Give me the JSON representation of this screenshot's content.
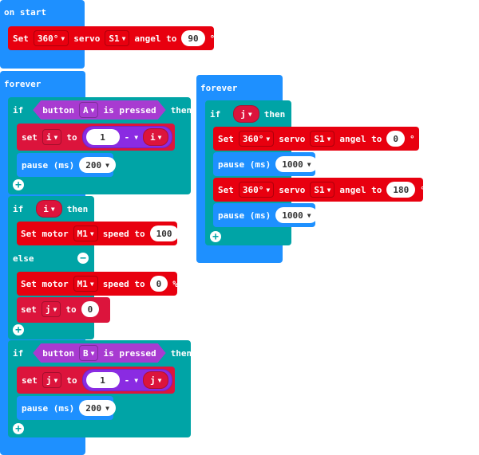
{
  "colors": {
    "event": "#1e90ff",
    "control": "#00a4a6",
    "servo": "#e8000f",
    "variable": "#dc143c",
    "logic": "#a83bd1",
    "math": "#8a2be2",
    "pause": "#1e90ff"
  },
  "on_start": {
    "header": "on start",
    "servo": {
      "set": "Set",
      "angle_type": "360°",
      "servo_label": "servo",
      "servo": "S1",
      "angel_label": "angel to",
      "value": "90",
      "unit": "°"
    }
  },
  "forever1": {
    "header": "forever",
    "if1": {
      "if": "if",
      "button_label": "button",
      "button": "A",
      "pressed": "is pressed",
      "then": "then",
      "set": "set",
      "var": "i",
      "to": "to",
      "num": "1",
      "op": "-",
      "rhs": "i",
      "pause": "pause (ms)",
      "pause_val": "200"
    },
    "if2": {
      "if": "if",
      "cond": "i",
      "then": "then",
      "motor1": {
        "label": "Set motor",
        "motor": "M1",
        "speed": "speed to",
        "value": "100",
        "unit": "%"
      },
      "else": "else",
      "motor2": {
        "label": "Set motor",
        "motor": "M1",
        "speed": "speed to",
        "value": "0",
        "unit": "%"
      },
      "setj": {
        "set": "set",
        "var": "j",
        "to": "to",
        "value": "0"
      }
    },
    "if3": {
      "if": "if",
      "button_label": "button",
      "button": "B",
      "pressed": "is pressed",
      "then": "then",
      "set": "set",
      "var": "j",
      "to": "to",
      "num": "1",
      "op": "-",
      "rhs": "j",
      "pause": "pause (ms)",
      "pause_val": "200"
    }
  },
  "forever2": {
    "header": "forever",
    "if": {
      "if": "if",
      "cond": "j",
      "then": "then",
      "servo1": {
        "set": "Set",
        "angle_type": "360°",
        "servo_label": "servo",
        "servo": "S1",
        "angel_label": "angel to",
        "value": "0",
        "unit": "°"
      },
      "pause1": {
        "label": "pause (ms)",
        "value": "1000"
      },
      "servo2": {
        "set": "Set",
        "angle_type": "360°",
        "servo_label": "servo",
        "servo": "S1",
        "angel_label": "angel to",
        "value": "180",
        "unit": "°"
      },
      "pause2": {
        "label": "pause (ms)",
        "value": "1000"
      }
    }
  }
}
